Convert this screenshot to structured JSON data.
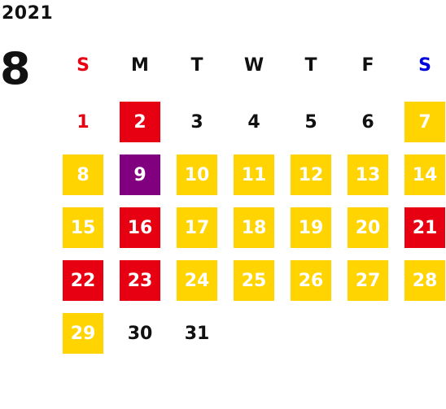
{
  "calendar": {
    "year": "2021",
    "month": "8",
    "colors": {
      "sunday_text": "#e60012",
      "saturday_text": "#0000dd",
      "plain_text": "#111111",
      "holiday": "#e60012",
      "business": "#ffd400",
      "special": "#800080",
      "filled_text": "#ffffff"
    },
    "weekdays": [
      {
        "label": "S",
        "role": "sunday"
      },
      {
        "label": "M",
        "role": "weekday"
      },
      {
        "label": "T",
        "role": "weekday"
      },
      {
        "label": "W",
        "role": "weekday"
      },
      {
        "label": "T",
        "role": "weekday"
      },
      {
        "label": "F",
        "role": "weekday"
      },
      {
        "label": "S",
        "role": "saturday"
      }
    ],
    "first_weekday_index": 0,
    "days": [
      {
        "day": "1",
        "status": "sunday-plain"
      },
      {
        "day": "2",
        "status": "holiday"
      },
      {
        "day": "3",
        "status": "plain"
      },
      {
        "day": "4",
        "status": "plain"
      },
      {
        "day": "5",
        "status": "plain"
      },
      {
        "day": "6",
        "status": "plain"
      },
      {
        "day": "7",
        "status": "business"
      },
      {
        "day": "8",
        "status": "business"
      },
      {
        "day": "9",
        "status": "special"
      },
      {
        "day": "10",
        "status": "business"
      },
      {
        "day": "11",
        "status": "business"
      },
      {
        "day": "12",
        "status": "business"
      },
      {
        "day": "13",
        "status": "business"
      },
      {
        "day": "14",
        "status": "business"
      },
      {
        "day": "15",
        "status": "business"
      },
      {
        "day": "16",
        "status": "holiday"
      },
      {
        "day": "17",
        "status": "business"
      },
      {
        "day": "18",
        "status": "business"
      },
      {
        "day": "19",
        "status": "business"
      },
      {
        "day": "20",
        "status": "business"
      },
      {
        "day": "21",
        "status": "holiday"
      },
      {
        "day": "22",
        "status": "holiday"
      },
      {
        "day": "23",
        "status": "holiday"
      },
      {
        "day": "24",
        "status": "business"
      },
      {
        "day": "25",
        "status": "business"
      },
      {
        "day": "26",
        "status": "business"
      },
      {
        "day": "27",
        "status": "business"
      },
      {
        "day": "28",
        "status": "business"
      },
      {
        "day": "29",
        "status": "business"
      },
      {
        "day": "30",
        "status": "plain"
      },
      {
        "day": "31",
        "status": "plain"
      }
    ]
  }
}
